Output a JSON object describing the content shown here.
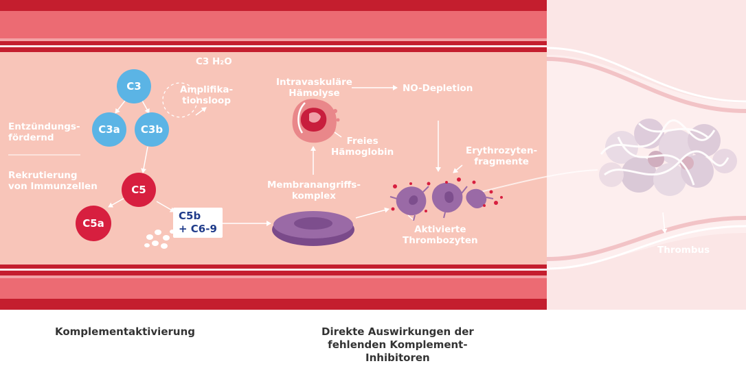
{
  "nodes": {
    "c3": "C3",
    "c3a": "C3a",
    "c3b": "C3b",
    "c5": "C5",
    "c5a": "C5a"
  },
  "box": {
    "line1": "C5b",
    "line2": "+ C6-9"
  },
  "labels": {
    "c3h2o": "C3 H₂O",
    "amplification_1": "Amplifika-",
    "amplification_2": "tionsloop",
    "inflammatory_1": "Entzündungs-",
    "inflammatory_2": "fördernd",
    "recruitment_1": "Rekrutierung",
    "recruitment_2": "von Immunzellen",
    "hemolysis_1": "Intravaskuläre",
    "hemolysis_2": "Hämolyse",
    "no_depletion": "NO-Depletion",
    "free_hb_1": "Freies",
    "free_hb_2": "Hämoglobin",
    "mac_1": "Membranangriffs-",
    "mac_2": "komplex",
    "erythro_1": "Erythrozyten-",
    "erythro_2": "fragmente",
    "platelets_1": "Aktivierte",
    "platelets_2": "Thrombozyten",
    "thrombus": "Thrombus"
  },
  "captions": {
    "left": "Komplementaktivierung",
    "right_1": "Direkte Auswirkungen der",
    "right_2": "fehlenden Komplement-",
    "right_3": "Inhibitoren"
  },
  "colors": {
    "vessel_outer": "#c41e2e",
    "vessel_wall": "#ec6b73",
    "lumen": "#f8c5b9",
    "complement_blue": "#5bb4e5",
    "complement_red": "#d71f3f",
    "platelet_purple": "#9a6aa6",
    "box_text": "#1f3b8a"
  }
}
